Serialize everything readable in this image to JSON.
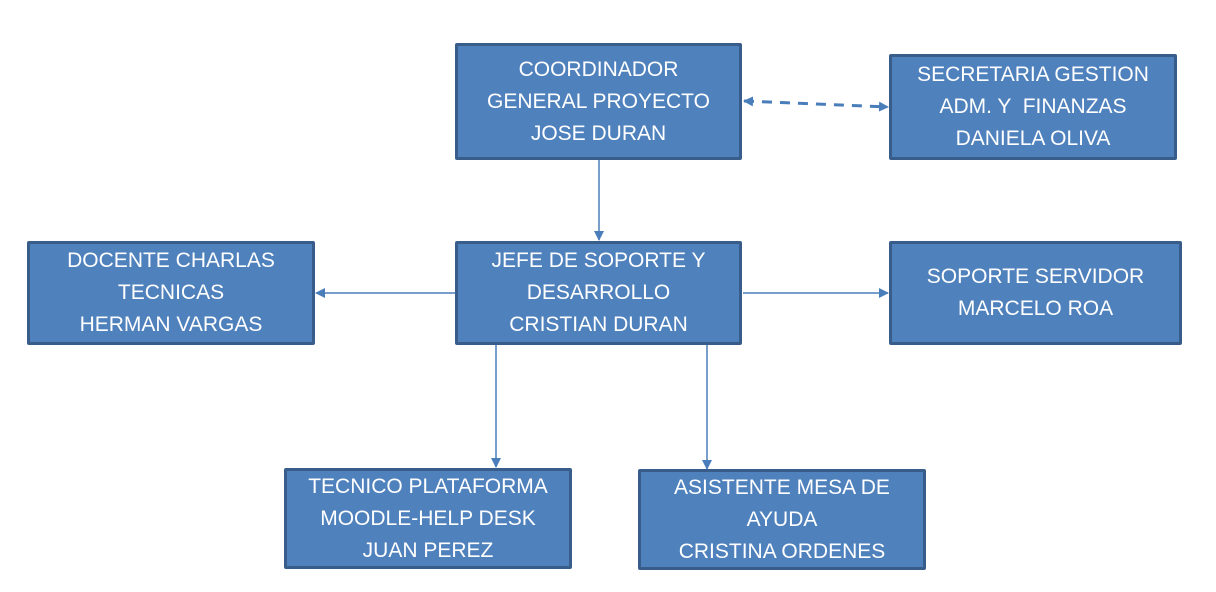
{
  "colors": {
    "fill": "#4F81BD",
    "border": "#385D8A",
    "connector": "#4A7EBB",
    "text": "#FFFFFF"
  },
  "nodes": {
    "coordinador": {
      "lines": [
        "COORDINADOR",
        "GENERAL PROYECTO",
        "JOSE DURAN"
      ]
    },
    "secretaria": {
      "lines": [
        "SECRETARIA GESTION",
        "ADM. Y  FINANZAS",
        "DANIELA OLIVA"
      ]
    },
    "jefe": {
      "lines": [
        "JEFE DE SOPORTE Y",
        "DESARROLLO",
        "CRISTIAN DURAN"
      ]
    },
    "docente": {
      "lines": [
        "DOCENTE CHARLAS",
        "TECNICAS",
        "HERMAN VARGAS"
      ]
    },
    "soporte": {
      "lines": [
        "SOPORTE SERVIDOR",
        "MARCELO ROA"
      ]
    },
    "tecnico": {
      "lines": [
        "TECNICO PLATAFORMA",
        "MOODLE-HELP DESK",
        "JUAN PEREZ"
      ]
    },
    "asistente": {
      "lines": [
        "ASISTENTE MESA DE",
        "AYUDA",
        "CRISTINA ORDENES"
      ]
    }
  },
  "edges": [
    {
      "from": "coordinador",
      "to": "secretaria",
      "style": "dashed",
      "bidirectional": true
    },
    {
      "from": "coordinador",
      "to": "jefe",
      "style": "solid"
    },
    {
      "from": "jefe",
      "to": "docente",
      "style": "solid"
    },
    {
      "from": "jefe",
      "to": "soporte",
      "style": "solid"
    },
    {
      "from": "jefe",
      "to": "tecnico",
      "style": "solid"
    },
    {
      "from": "jefe",
      "to": "asistente",
      "style": "solid"
    }
  ]
}
